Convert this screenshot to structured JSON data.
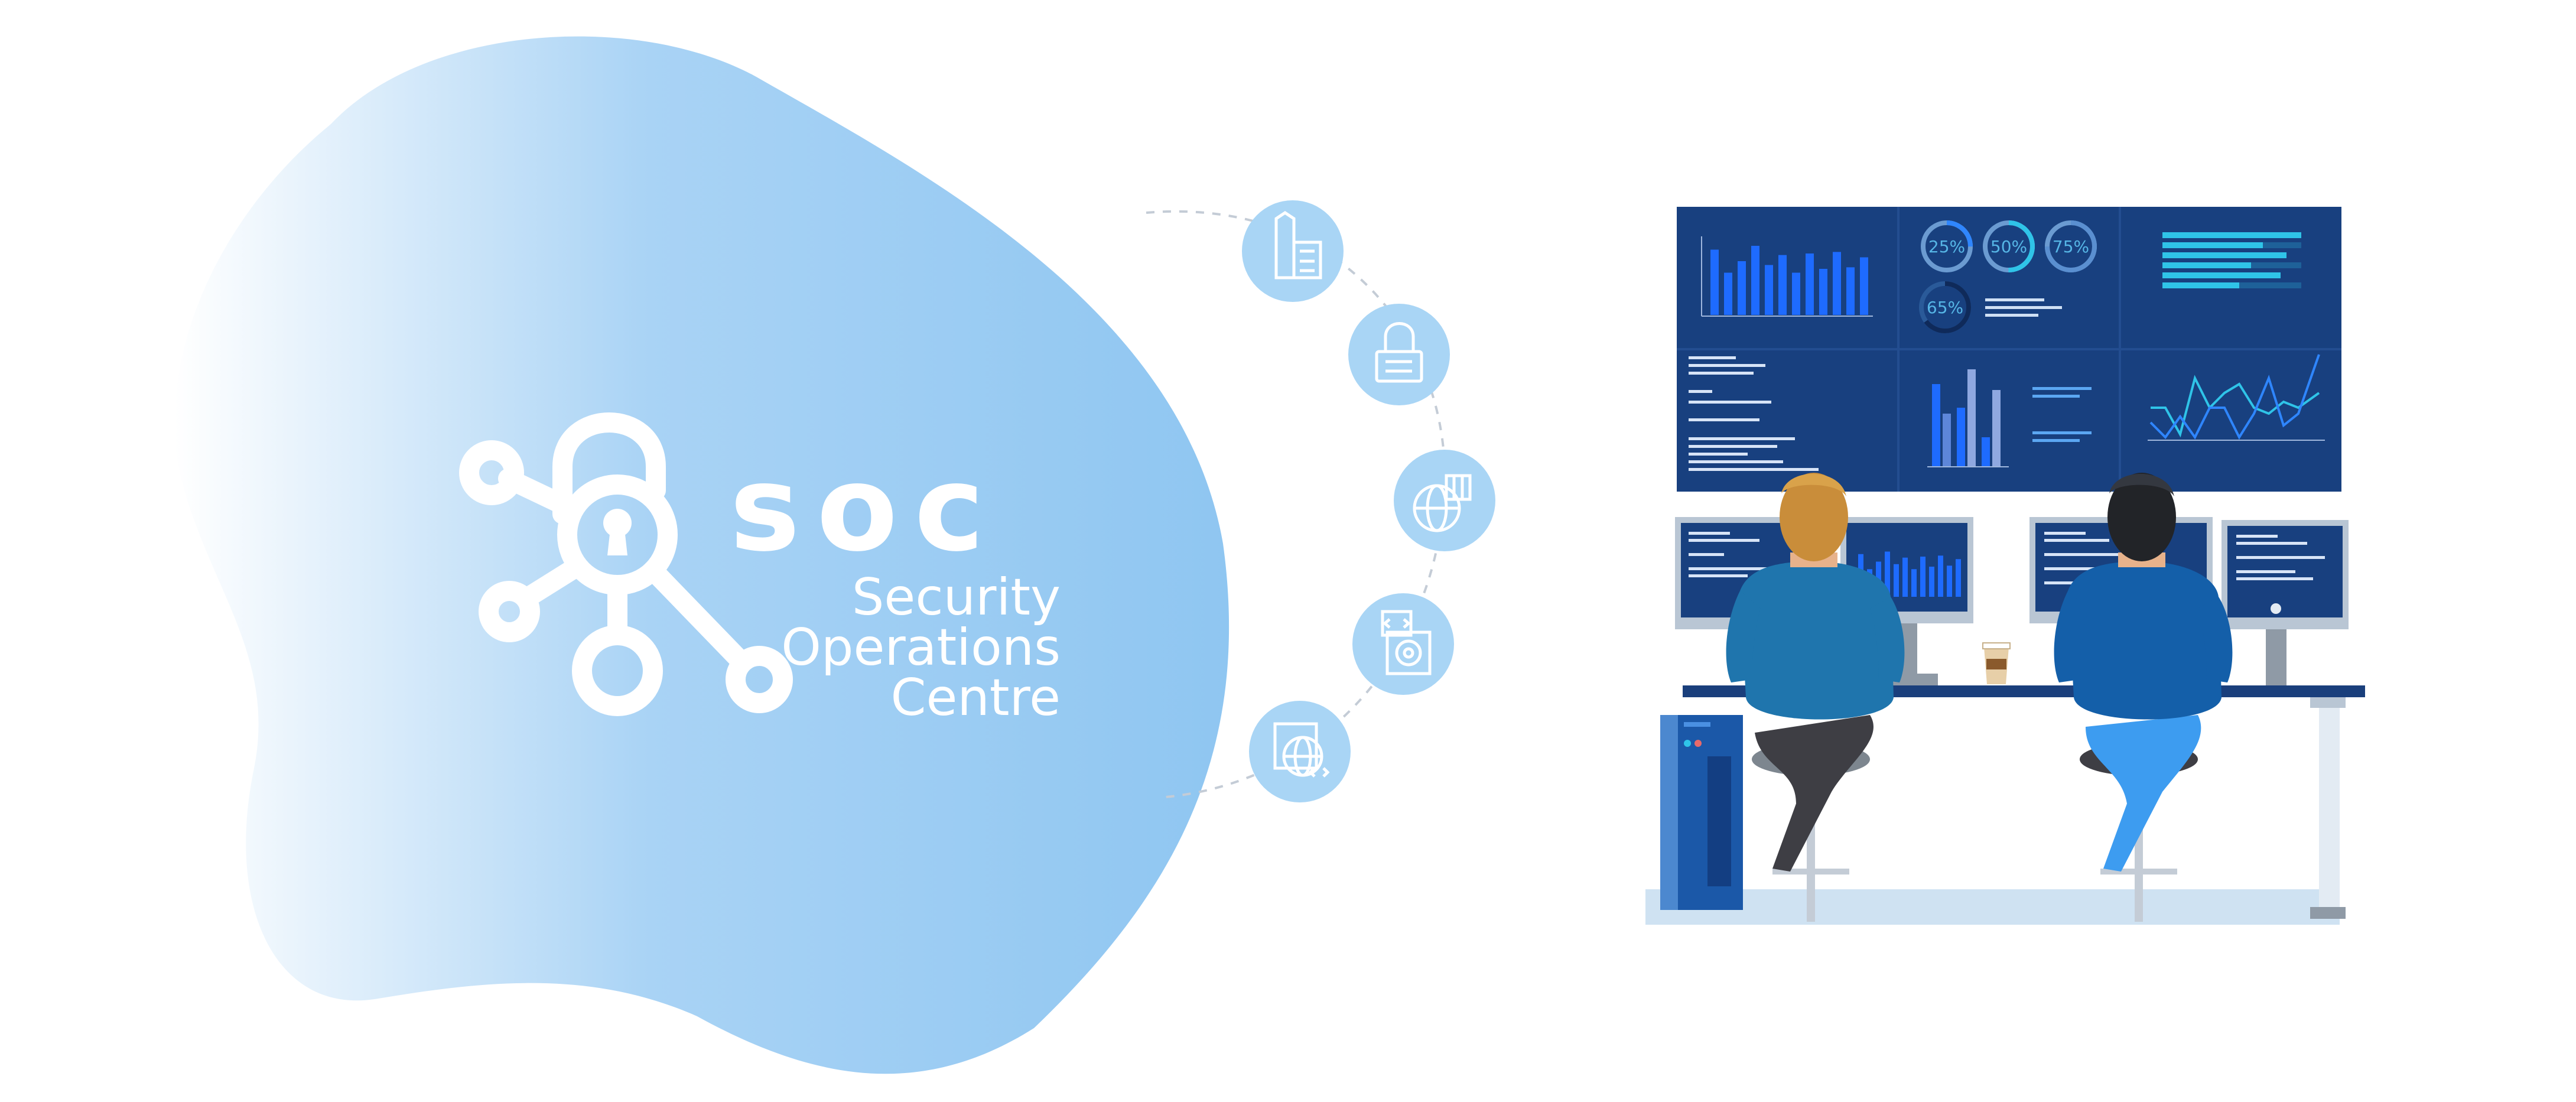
{
  "brand": {
    "acronym": "soc",
    "line1": "Security",
    "line2": "Operations",
    "line3": "Centre"
  },
  "colors": {
    "blob": "#94c9f2",
    "icon_circle": "#a9d5f5",
    "screen": "#18407f",
    "screen_dark": "#133670",
    "bar": "#1e6bff",
    "bar_light": "#5d86d9",
    "accent_cyan": "#2fc4e8",
    "desk": "#1a3f7c",
    "floor": "#cfe2f2",
    "shirt_left": "#1f75ad",
    "shirt_right": "#145fa9"
  },
  "icons": [
    {
      "name": "pencil-calculator-icon"
    },
    {
      "name": "padlock-icon"
    },
    {
      "name": "globe-grid-icon"
    },
    {
      "name": "code-safe-icon"
    },
    {
      "name": "browser-globe-code-icon"
    }
  ],
  "wall": {
    "gauges": [
      "25%",
      "50%",
      "75%",
      "65%"
    ],
    "gauge_values": [
      25,
      50,
      75,
      65
    ]
  },
  "chart_data": {
    "type": "bar",
    "values": [
      85,
      55,
      70,
      90,
      65,
      78,
      55,
      80,
      60,
      82,
      62,
      75
    ]
  }
}
